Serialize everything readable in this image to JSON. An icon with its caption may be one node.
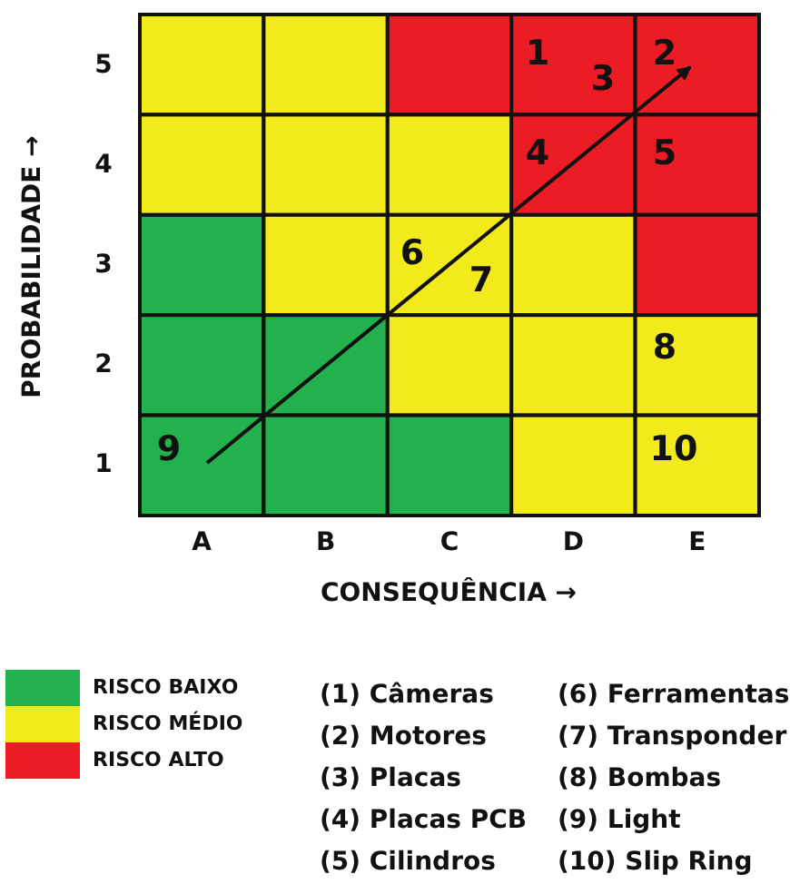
{
  "diagram": {
    "labels": [
      "5",
      "4",
      "3",
      "2",
      "1",
      "PROBABILIDADE →",
      "1",
      "2",
      "3",
      "4",
      "5",
      "6",
      "7",
      "8",
      "9",
      "10",
      "A",
      "B",
      "C",
      "D",
      "E",
      "CONSEQUÊNCIA →",
      "(1) Câmeras",
      "(2) Motores",
      "(3) Placas",
      "(4) Placas PCB",
      "(5) Cilindros",
      "(6) Ferramentas",
      "(7) Transponder",
      "(8) Bombas",
      "(9) Light",
      "(10) Slip Ring"
    ],
    "legend": [
      {
        "text": "RISCO BAIXO",
        "color": "#22b14c"
      },
      {
        "text": "RISCO MÉDIO",
        "color": "#f2ea1a"
      },
      {
        "text": "RISCO ALTO",
        "color": "#ec1c24"
      }
    ]
  }
}
